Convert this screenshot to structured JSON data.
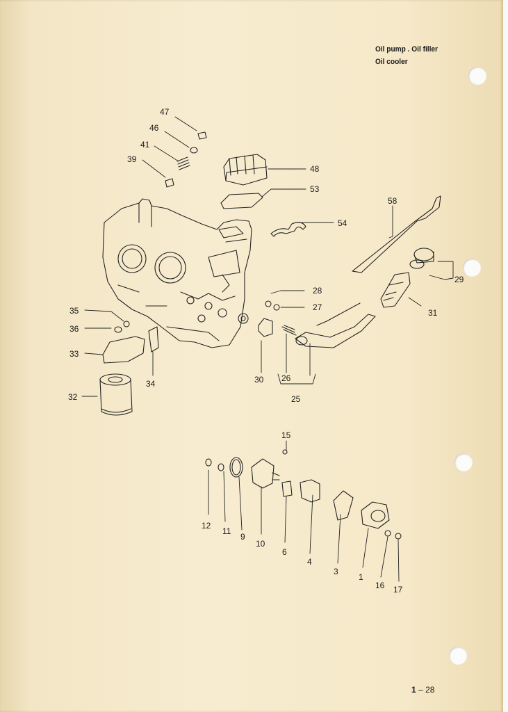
{
  "title": {
    "line1": "Oil pump . Oil filler",
    "line2": "Oil cooler"
  },
  "page": {
    "chapter": "1",
    "separator": "–",
    "number": "28"
  },
  "callouts": {
    "c47": "47",
    "c46": "46",
    "c41": "41",
    "c39": "39",
    "c48": "48",
    "c53": "53",
    "c54": "54",
    "c58": "58",
    "c29": "29",
    "c31": "31",
    "c28": "28",
    "c27": "27",
    "c35": "35",
    "c36": "36",
    "c33": "33",
    "c34": "34",
    "c32": "32",
    "c30": "30",
    "c26": "26",
    "c25": "25",
    "c15": "15",
    "c12": "12",
    "c11": "11",
    "c9": "9",
    "c10": "10",
    "c6": "6",
    "c4": "4",
    "c3": "3",
    "c1": "1",
    "c16": "16",
    "c17": "17"
  }
}
